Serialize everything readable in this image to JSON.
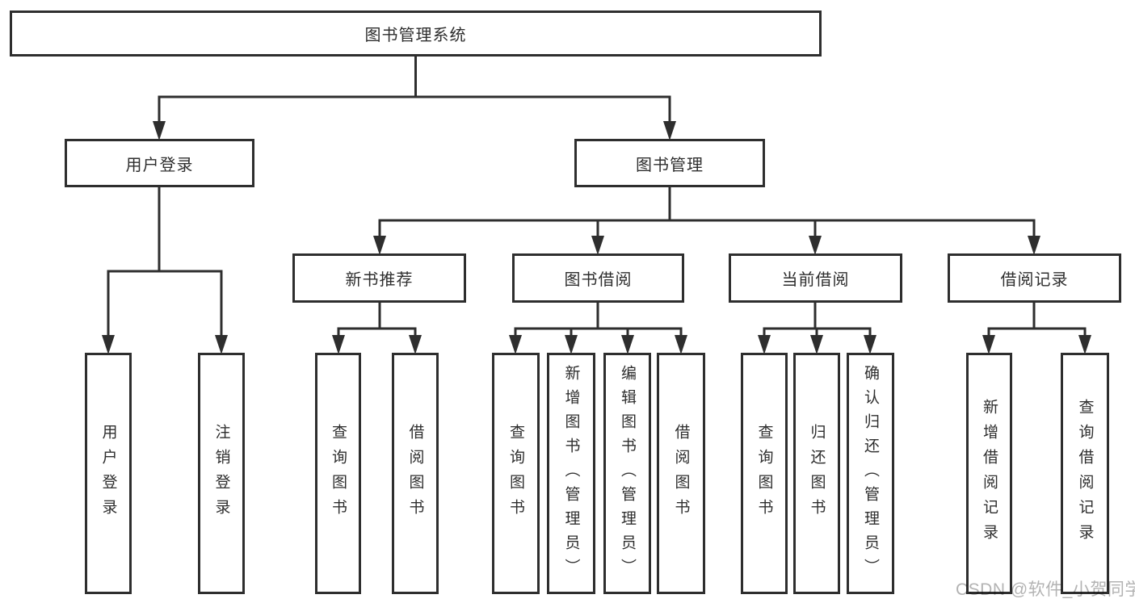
{
  "diagram": {
    "type": "hierarchy-chart",
    "watermark": "CSDN @软件_小贺同学",
    "colors": {
      "line": "#2e2e2e",
      "border": "#2e2e2e",
      "text": "#2e2e2e",
      "box_background": "#ffffff",
      "page_background": "#ffffff",
      "watermark": "#b3b3b3"
    },
    "root": {
      "label": "图书管理系统"
    },
    "branches": {
      "user_login": {
        "label": "用户登录",
        "children": {
          "login": {
            "label": "用户登录"
          },
          "logout": {
            "label": "注销登录"
          }
        }
      },
      "book_management": {
        "label": "图书管理",
        "children": {
          "new_book_recommend": {
            "label": "新书推荐",
            "children": {
              "query_book": {
                "label": "查询图书"
              },
              "borrow_book": {
                "label": "借阅图书"
              }
            }
          },
          "book_borrowing": {
            "label": "图书借阅",
            "children": {
              "query_book": {
                "label": "查询图书"
              },
              "add_book_admin": {
                "label": "新增图书（管理员）"
              },
              "edit_book_admin": {
                "label": "编辑图书（管理员）"
              },
              "borrow_book": {
                "label": "借阅图书"
              }
            }
          },
          "current_borrowing": {
            "label": "当前借阅",
            "children": {
              "query_book": {
                "label": "查询图书"
              },
              "return_book": {
                "label": "归还图书"
              },
              "confirm_return_admin": {
                "label": "确认归还（管理员）"
              }
            }
          },
          "borrowing_records": {
            "label": "借阅记录",
            "children": {
              "add_record": {
                "label": "新增借阅记录"
              },
              "query_record": {
                "label": "查询借阅记录"
              }
            }
          }
        }
      }
    }
  }
}
